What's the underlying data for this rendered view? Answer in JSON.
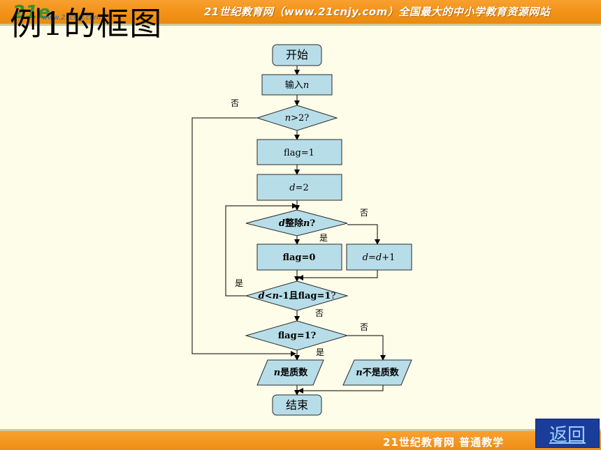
{
  "header": {
    "site_banner": "21世纪教育网（www.21cnjy.com）全国最大的中小学教育资源网站",
    "logo_text": "21e",
    "logo_url": "www.21cnjy.com",
    "page_title": "例1的框图"
  },
  "footer": {
    "text": "21世纪教育网   普通教学",
    "back_label": "返回"
  },
  "colors": {
    "bar_orange": "#f29216",
    "node_fill": "#b7dde8",
    "back_button": "#1b3d9a"
  },
  "flowchart": {
    "start": "开始",
    "input": {
      "prefix": "输入",
      "var": "n"
    },
    "check_n": {
      "var": "n",
      "rest": ">2?"
    },
    "flag_init": "flag=1",
    "d_init": {
      "var": "d",
      "rest": "=2"
    },
    "divides": {
      "var_d": "d",
      "mid": "整除",
      "var_n": "n",
      "end": "?"
    },
    "flag_zero": "flag=0",
    "d_inc": {
      "var_d": "d",
      "eq": "=",
      "var_d2": "d",
      "rest": "+1"
    },
    "loop_cond": {
      "var_d": "d",
      "lt": "<",
      "var_n": "n",
      "mid": "-1且flag=1",
      "end": "?"
    },
    "flag_check": "flag=1?",
    "is_prime": {
      "var": "n",
      "rest": "是质数"
    },
    "not_prime": {
      "var": "n",
      "rest": "不是质数"
    },
    "end": "结束",
    "labels": {
      "no_1": "否",
      "no_2": "否",
      "yes_1": "是",
      "yes_2": "是",
      "no_3": "否",
      "no_4": "否",
      "yes_3": "是"
    }
  }
}
